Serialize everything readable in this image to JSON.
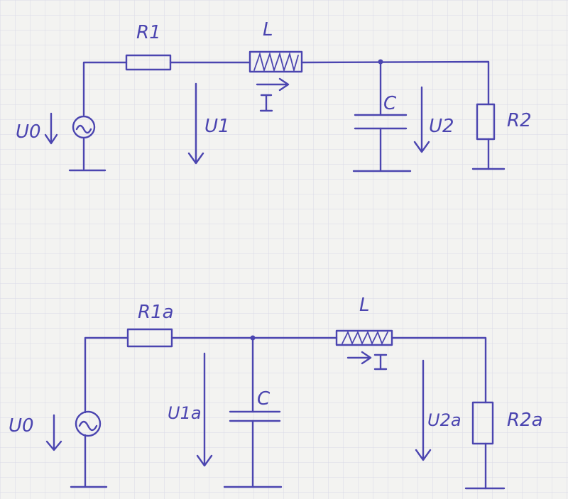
{
  "colors": {
    "ink": "#4b45b0",
    "paper": "#f3f3f1",
    "grid": "#d9dae6"
  },
  "circuit_top": {
    "r1": "R1",
    "l": "L",
    "c": "C",
    "r2": "R2",
    "u0": "U0",
    "u1": "U1",
    "u2": "U2",
    "i": "I"
  },
  "circuit_bottom": {
    "r1a": "R1a",
    "l": "L",
    "c": "C",
    "r2a": "R2a",
    "u0": "U0",
    "u1a": "U1a",
    "u2a": "U2a",
    "i": "I"
  }
}
